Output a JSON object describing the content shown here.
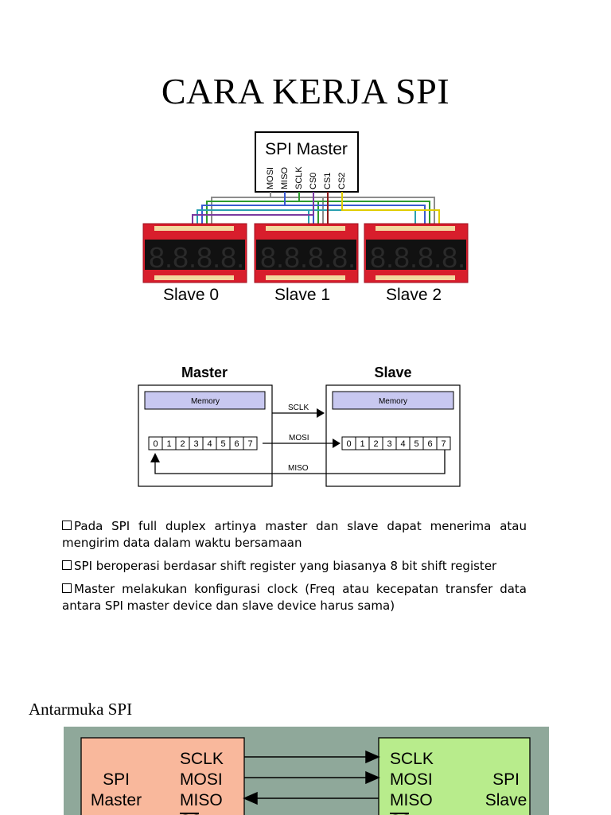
{
  "title": "CARA KERJA SPI",
  "figure1": {
    "master_label": "SPI Master",
    "pins": [
      "MOSI",
      "MISO",
      "SCLK",
      "CS0",
      "CS1",
      "CS2"
    ],
    "slaves": [
      "Slave 0",
      "Slave 1",
      "Slave 2"
    ]
  },
  "figure2": {
    "master_label": "Master",
    "slave_label": "Slave",
    "memory_label": "Memory",
    "bits": [
      "0",
      "1",
      "2",
      "3",
      "4",
      "5",
      "6",
      "7"
    ],
    "signals": [
      "SCLK",
      "MOSI",
      "MISO"
    ]
  },
  "bullets": [
    "Pada SPI full duplex artinya master dan slave dapat menerima atau mengirim data dalam waktu bersamaan",
    "SPI beroperasi berdasar shift register yang biasanya 8 bit shift register",
    "Master melakukan konfigurasi clock (Freq atau kecepatan transfer data antara SPI master device dan slave device harus sama)"
  ],
  "section_heading": "Antarmuka SPI",
  "figure3": {
    "master_name": [
      "SPI",
      "Master"
    ],
    "slave_name": [
      "SPI",
      "Slave"
    ],
    "signals": [
      "SCLK",
      "MOSI",
      "MISO",
      "SS"
    ],
    "colors": {
      "outer_bg": "#8fa89a",
      "master_fill": "#f9b89c",
      "slave_fill": "#b8ec8c"
    }
  }
}
